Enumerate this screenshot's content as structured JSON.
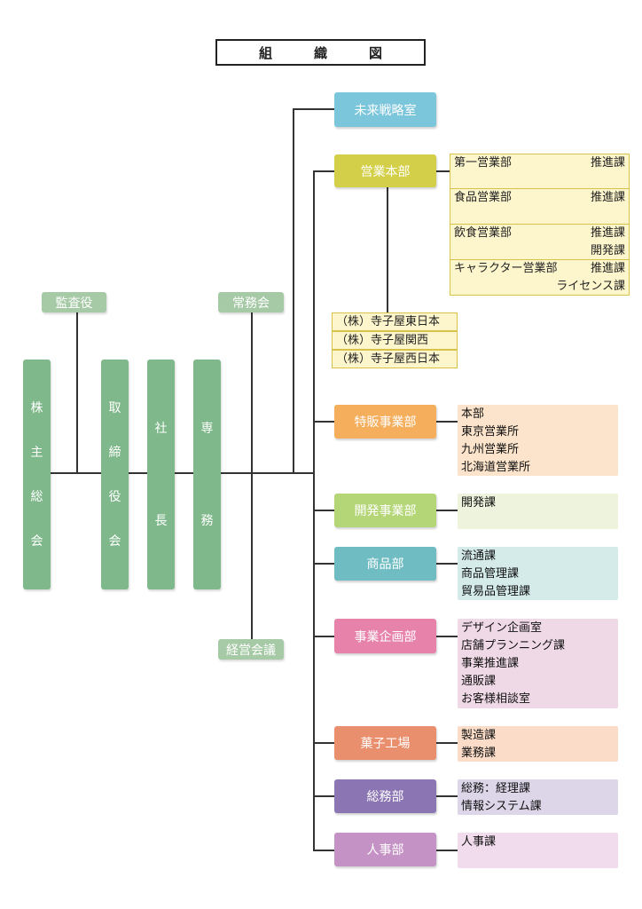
{
  "title": "組　織　図",
  "left": {
    "shareholders": "株主総会",
    "directors_board": "取締役会",
    "president": "社長",
    "managing": "専務",
    "auditor": "監査役",
    "executive_committee": "常務会",
    "management_meeting": "経営会議"
  },
  "departments": {
    "future_strategy": "未来戦略室",
    "sales_hq": "営業本部",
    "special_sales": "特販事業部",
    "development": "開発事業部",
    "products": "商品部",
    "planning": "事業企画部",
    "factory": "菓子工場",
    "general_affairs": "総務部",
    "hr": "人事部"
  },
  "sales_hq_units": [
    {
      "dept": "第一営業部",
      "sections": [
        "推進課"
      ]
    },
    {
      "dept": "食品営業部",
      "sections": [
        "推進課"
      ]
    },
    {
      "dept": "飲食営業部",
      "sections": [
        "推進課",
        "開発課"
      ]
    },
    {
      "dept": "キャラクター営業部",
      "sections": [
        "推進課",
        "ライセンス課"
      ]
    }
  ],
  "subsidiaries": [
    "（株）寺子屋東日本",
    "（株）寺子屋関西",
    "（株）寺子屋西日本"
  ],
  "panels": {
    "special_sales": [
      "本部",
      "東京営業所",
      "九州営業所",
      "北海道営業所"
    ],
    "development": [
      "開発課"
    ],
    "products": [
      "流通課",
      "商品管理課",
      "貿易品管理課"
    ],
    "planning": [
      "デザイン企画室",
      "店舗プランニング課",
      "事業推進課",
      "通販課",
      "お客様相談室"
    ],
    "factory": [
      "製造課",
      "業務課"
    ],
    "general_affairs": [
      "総務：経理課",
      "情報システム課"
    ],
    "hr": [
      "人事課"
    ]
  },
  "colors": {
    "future_strategy": "#7cc6dc",
    "sales_hq": "#d3cf48",
    "special_sales": "#f4ae5c",
    "development": "#b4d677",
    "products": "#6fbcc2",
    "planning": "#e783ab",
    "factory": "#ea8f6d",
    "general_affairs": "#8b75b3",
    "hr": "#c592c5",
    "panel_special_sales": "#fbe4cb",
    "panel_development": "#edf3dc",
    "panel_products": "#d4ebea",
    "panel_planning": "#f0d9e6",
    "panel_factory": "#fbdcc9",
    "panel_general_affairs": "#dcd6e8",
    "panel_hr": "#f0dcec"
  }
}
